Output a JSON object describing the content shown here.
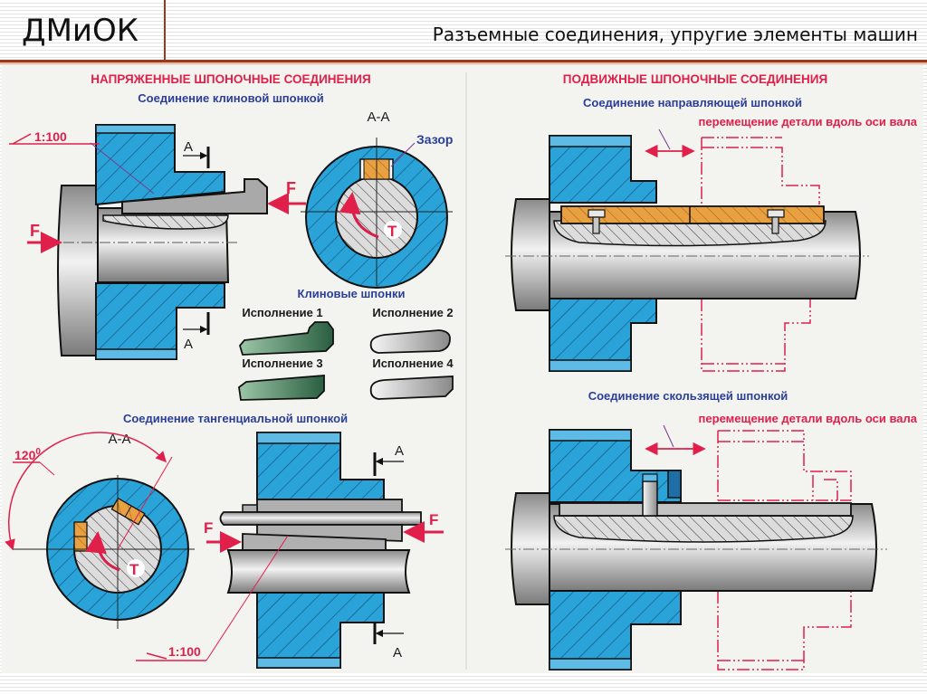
{
  "header": {
    "logo": "ДМиОК",
    "title": "Разъемные соединения, упругие элементы машин"
  },
  "colors": {
    "accent_line": "#9a3a1c",
    "hub_blue": "#2aa4d8",
    "key_orange": "#e8a040",
    "shaft_gray": "#b8b8b8",
    "annotation_red": "#e0204a",
    "subtitle_blue": "#2b3f9a",
    "wedge_green": "#3f7a58"
  },
  "left": {
    "heading": "НАПРЯЖЕННЫЕ ШПОНОЧНЫЕ СОЕДИНЕНИЯ",
    "wedge": {
      "subtitle": "Соединение клиновой шпонкой",
      "taper": "1:100",
      "section_mark": "A",
      "section_title": "А-А",
      "force": "F",
      "torque": "T",
      "gap_label": "Зазор"
    },
    "wedge_keys": {
      "title": "Клиновые шпонки",
      "variants": [
        "Исполнение 1",
        "Исполнение 2",
        "Исполнение 3",
        "Исполнение 4"
      ]
    },
    "tangential": {
      "subtitle": "Соединение тангенциальной шпонкой",
      "section_title": "А-А",
      "angle": "120",
      "angle_unit": "0",
      "taper": "1:100",
      "section_mark": "A",
      "force": "F",
      "torque": "T"
    }
  },
  "right": {
    "heading": "ПОДВИЖНЫЕ ШПОНОЧНЫЕ СОЕДИНЕНИЯ",
    "guide": {
      "subtitle": "Соединение направляющей шпонкой",
      "movement": "перемещение детали вдоль оси вала"
    },
    "sliding": {
      "subtitle": "Соединение скользящей шпонкой",
      "movement": "перемещение детали вдоль оси вала"
    }
  }
}
